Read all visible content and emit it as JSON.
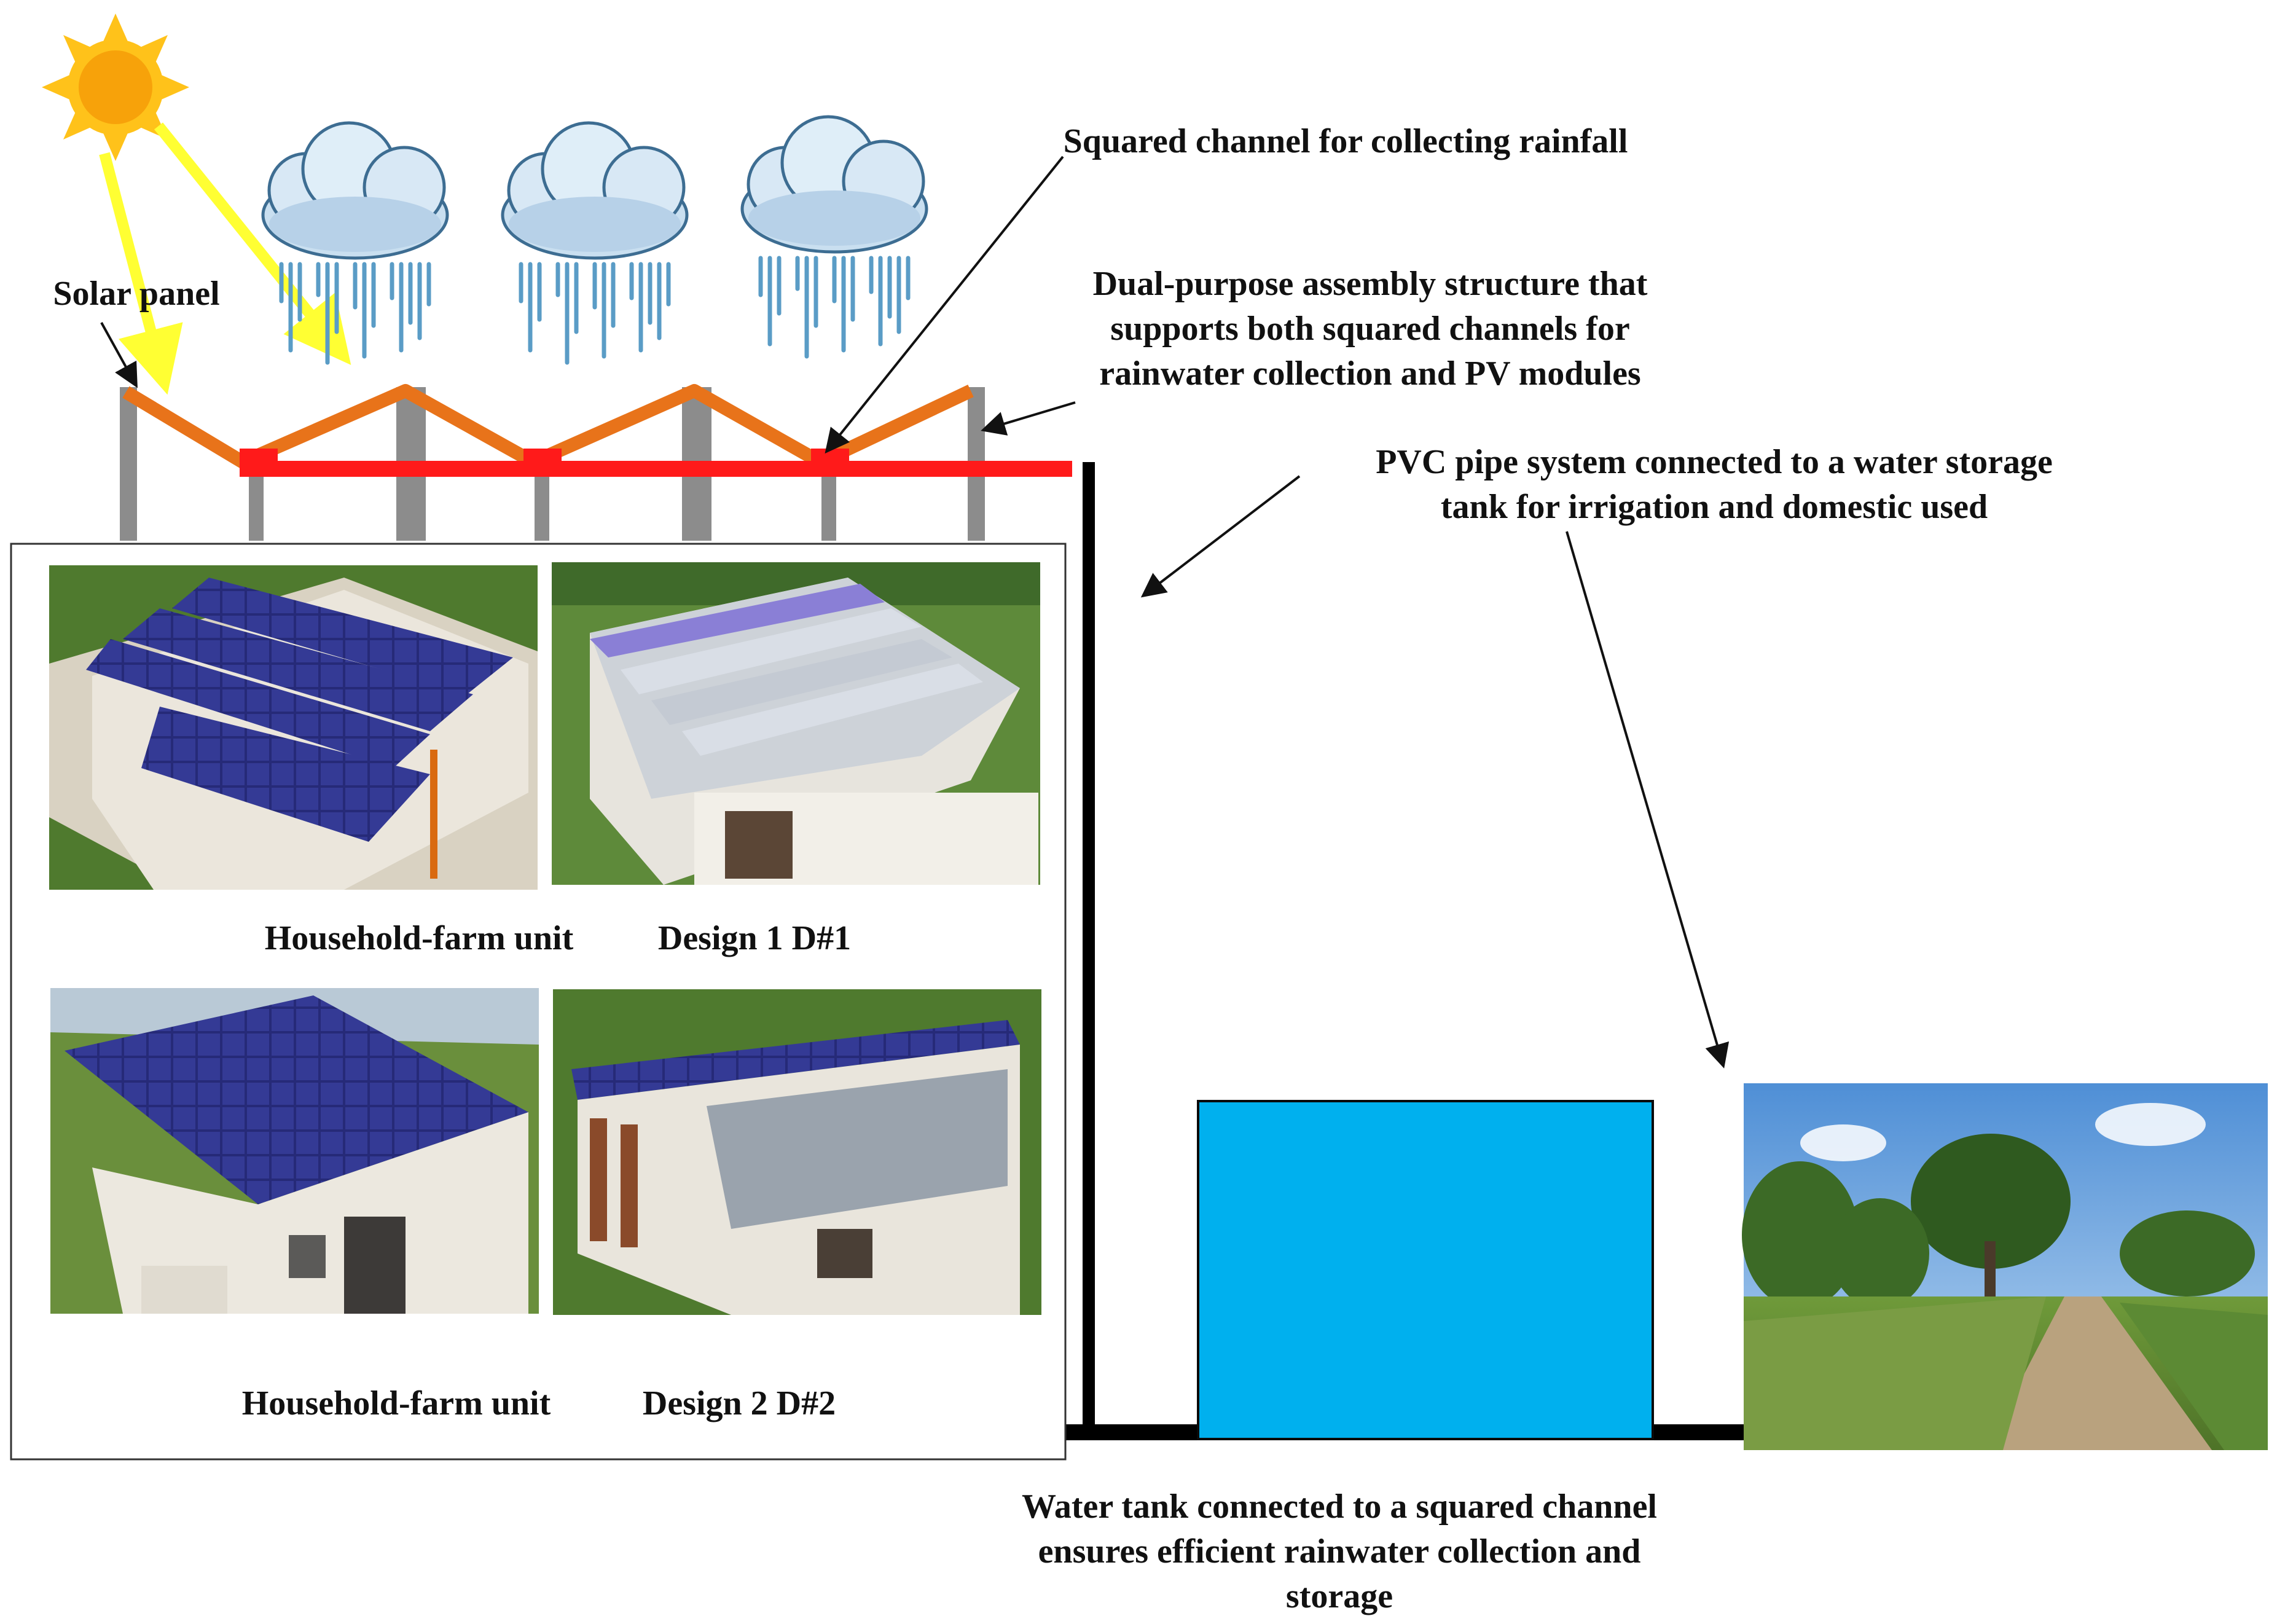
{
  "labels": {
    "solar_panel": "Solar panel",
    "squared_channel": "Squared channel for collecting rainfall",
    "dual_purpose": [
      "Dual-purpose assembly structure that",
      "supports both squared channels for",
      "rainwater collection and PV modules"
    ],
    "pvc_pipe": [
      "PVC pipe system connected to a water storage",
      "tank for irrigation and domestic used"
    ],
    "water_tank": [
      "Water tank connected to a squared channel",
      "ensures efficient rainwater collection and",
      "storage"
    ],
    "unit_1": "Household-farm unit",
    "design_1": "Design 1 D#1",
    "unit_2": "Household-farm unit",
    "design_2": "Design 2 D#2"
  },
  "colors": {
    "sun": "#ffc21a",
    "sun_rays": "#ffff33",
    "solar_panel_beam": "#e8731a",
    "channel": "#ff1a1a",
    "post": "#8c8c8c",
    "pipe": "#000000",
    "tank": "#00b0ee",
    "pv_module": "#262a78",
    "cloud": "#c9dff0",
    "rain": "#5a9cc6"
  },
  "icons": [
    "sun-icon",
    "rain-cloud-icon",
    "rain-cloud-icon",
    "rain-cloud-icon"
  ],
  "images": [
    "house-design-1-pv-render",
    "house-design-1-channel-render",
    "house-design-2-pv-render",
    "house-design-2-frame-render",
    "vineyard-photo"
  ]
}
